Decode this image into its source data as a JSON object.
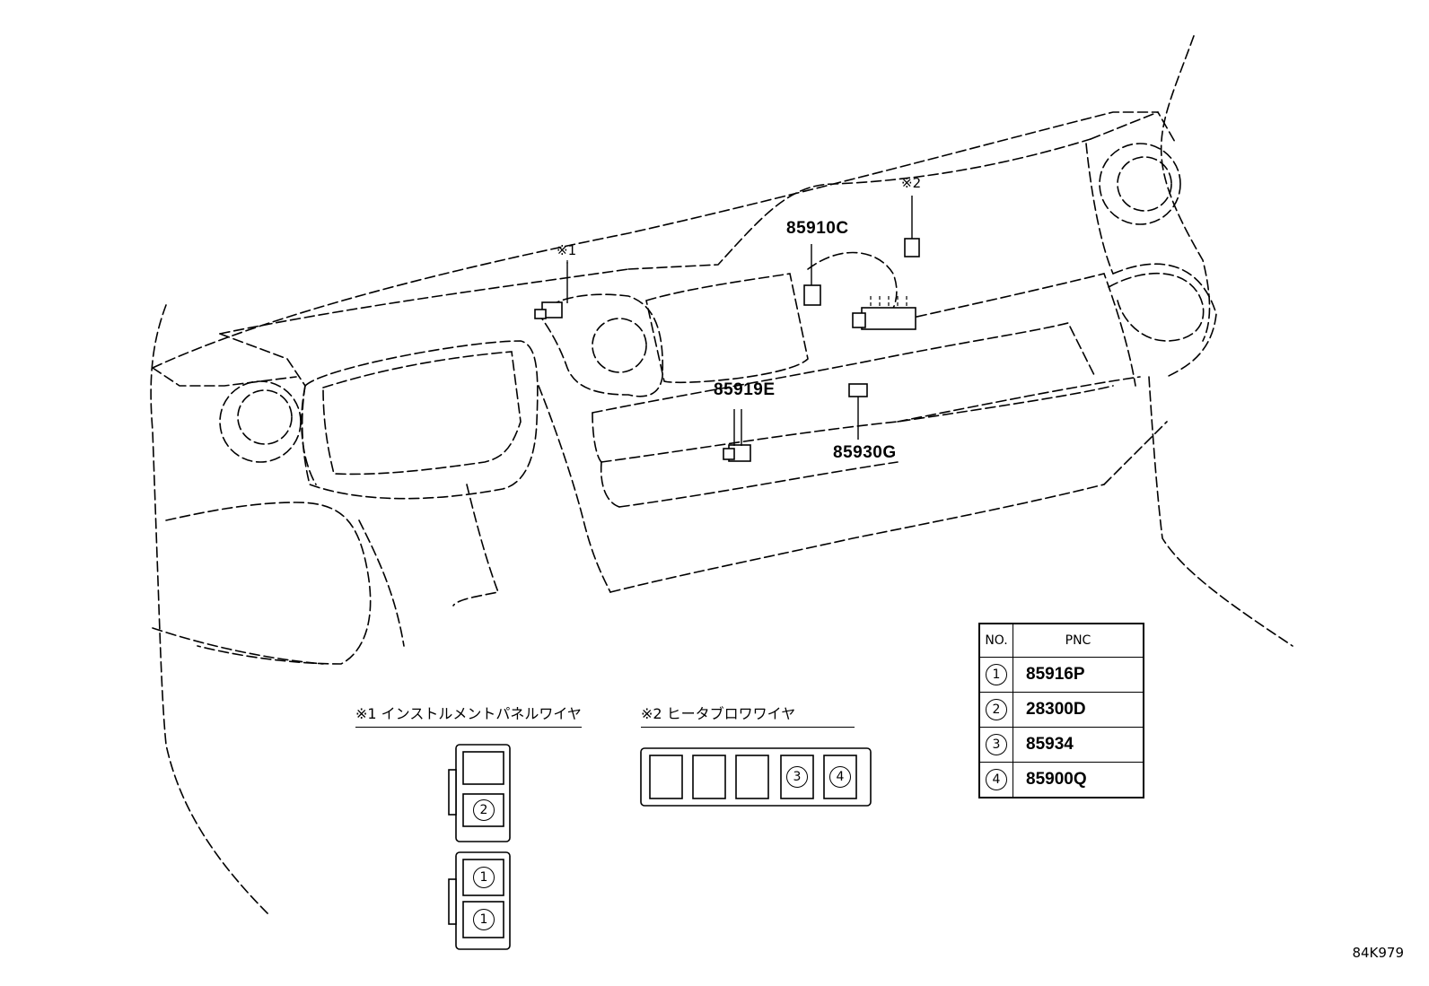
{
  "callouts": {
    "c1": "85910C",
    "c2": "85919E",
    "c3": "85930G"
  },
  "notes": {
    "n1": "※1",
    "n2": "※2"
  },
  "legends": {
    "l1": "※1 インストルメントパネルワイヤ",
    "l2": "※2 ヒータブロワワイヤ"
  },
  "slots": {
    "s2": "2",
    "s1a": "1",
    "s1b": "1",
    "s3": "3",
    "s4": "4"
  },
  "table": {
    "header_no": "NO.",
    "header_pnc": "PNC",
    "rows": [
      {
        "no": "1",
        "pnc": "85916P"
      },
      {
        "no": "2",
        "pnc": "28300D"
      },
      {
        "no": "3",
        "pnc": "85934"
      },
      {
        "no": "4",
        "pnc": "85900Q"
      }
    ]
  },
  "figure_id": "84K979"
}
